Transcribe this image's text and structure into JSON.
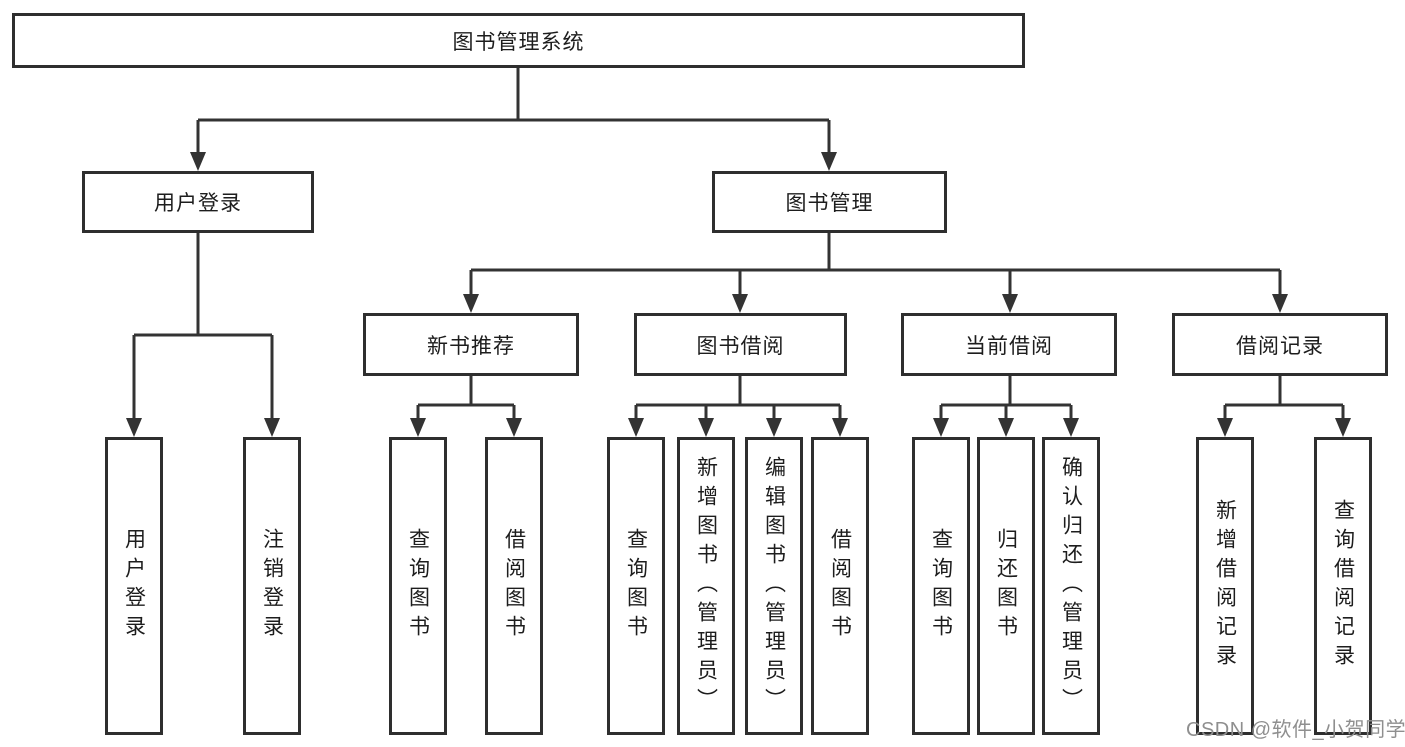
{
  "diagram": {
    "root": {
      "label": "图书管理系统",
      "children": [
        {
          "label": "用户登录",
          "children": [
            {
              "label": "用户登录"
            },
            {
              "label": "注销登录"
            }
          ]
        },
        {
          "label": "图书管理",
          "children": [
            {
              "label": "新书推荐",
              "children": [
                {
                  "label": "查询图书"
                },
                {
                  "label": "借阅图书"
                }
              ]
            },
            {
              "label": "图书借阅",
              "children": [
                {
                  "label": "查询图书"
                },
                {
                  "label": "新增图书（管理员）"
                },
                {
                  "label": "编辑图书（管理员）"
                },
                {
                  "label": "借阅图书"
                }
              ]
            },
            {
              "label": "当前借阅",
              "children": [
                {
                  "label": "查询图书"
                },
                {
                  "label": "归还图书"
                },
                {
                  "label": "确认归还（管理员）"
                }
              ]
            },
            {
              "label": "借阅记录",
              "children": [
                {
                  "label": "新增借阅记录"
                },
                {
                  "label": "查询借阅记录"
                }
              ]
            }
          ]
        }
      ]
    }
  },
  "watermark": {
    "text": "CSDN @软件_小贺同学"
  },
  "colors": {
    "line": "#333333",
    "box_border": "#2e2e2e",
    "text": "#1d1d1d",
    "watermark": "#8f8f8f",
    "background": "#ffffff"
  }
}
